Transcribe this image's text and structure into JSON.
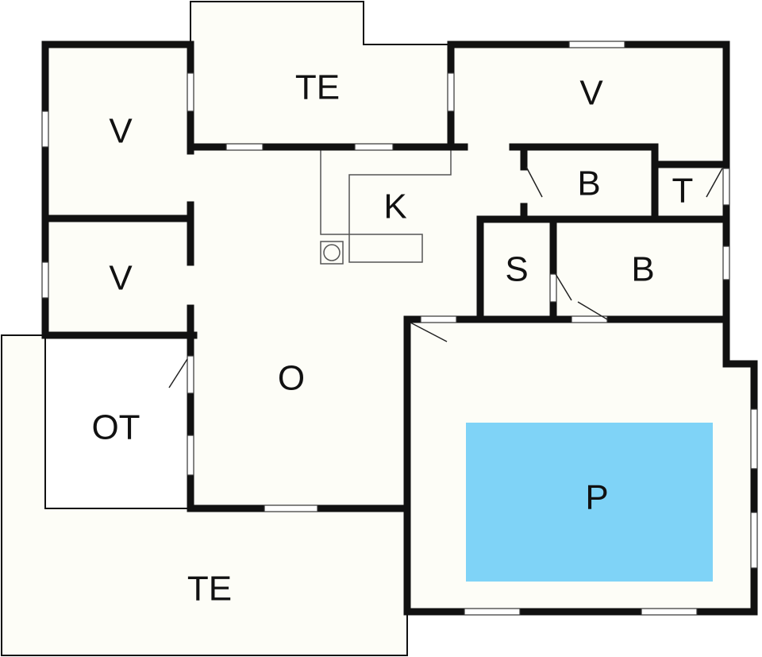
{
  "colors": {
    "floor": "#fdfdf7",
    "wall": "#111111",
    "pool": "#7fd3f7"
  },
  "rooms": {
    "terrace_top": "TE",
    "bedroom_left_top": "V",
    "bedroom_right_top": "V",
    "bedroom_left_mid": "V",
    "kitchen": "K",
    "bath_top": "B",
    "toilet": "T",
    "sauna": "S",
    "bath_mid": "B",
    "living": "O",
    "utility": "OT",
    "pool": "P",
    "terrace_bottom": "TE"
  }
}
